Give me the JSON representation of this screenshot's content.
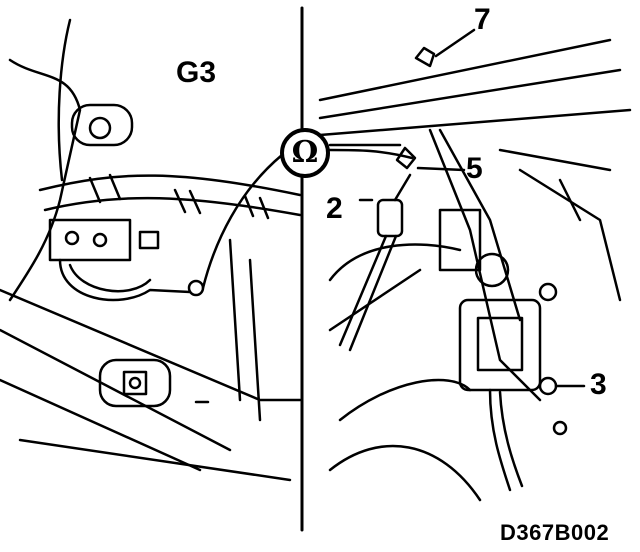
{
  "labels": {
    "left_panel": "G3",
    "callout_7": "7",
    "callout_5": "5",
    "callout_2": "2",
    "callout_3": "3",
    "figure_code": "D367B002"
  },
  "ohmmeter_symbol": "Ω",
  "colors": {
    "ink": "#000000",
    "paper": "#ffffff"
  }
}
